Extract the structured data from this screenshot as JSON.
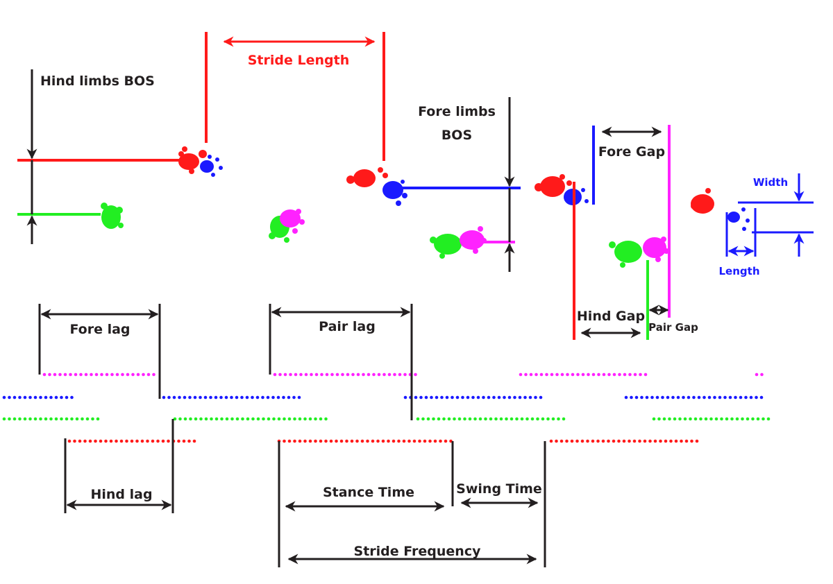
{
  "colors": {
    "hind_left": "#ff1a1a",
    "fore_left": "#1a1aff",
    "hind_right": "#22ee22",
    "fore_right": "#ff22ff",
    "black": "#231f20"
  },
  "labels": {
    "stride_length": "Stride Length",
    "hind_limbs_bos": "Hind limbs BOS",
    "fore_limbs_bos_line1": "Fore limbs",
    "fore_limbs_bos_line2": "BOS",
    "fore_gap": "Fore Gap",
    "hind_gap": "Hind Gap",
    "pair_gap": "Pair Gap",
    "width": "Width",
    "length": "Length",
    "fore_lag": "Fore lag",
    "pair_lag": "Pair lag",
    "hind_lag": "Hind lag",
    "stance_time": "Stance Time",
    "swing_time": "Swing Time",
    "stride_frequency": "Stride Frequency"
  }
}
